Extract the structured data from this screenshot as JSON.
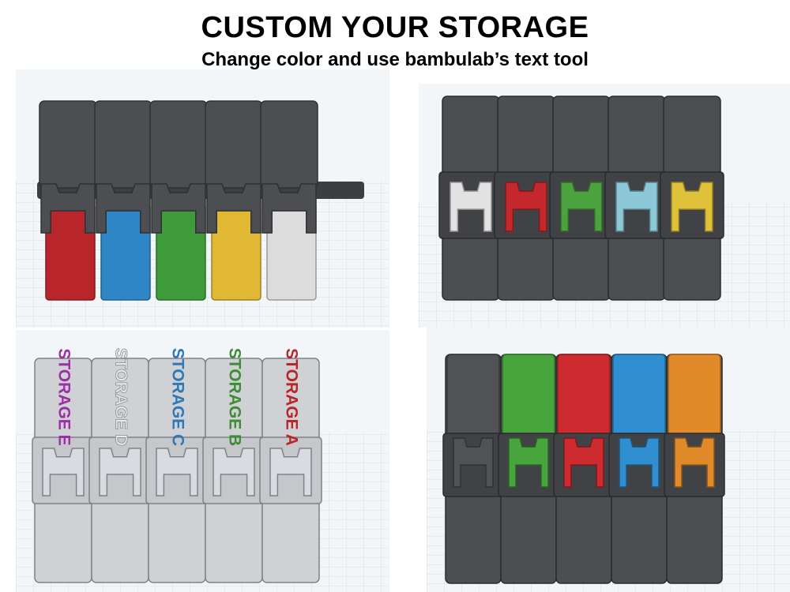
{
  "header": {
    "title": "CUSTOM YOUR STORAGE",
    "subtitle": "Change color and use bambulab’s text tool"
  },
  "panels": [
    {
      "name": "colored-fronts",
      "shell_color": "#4c4e52",
      "front_colors": [
        "#b8262b",
        "#2f86c6",
        "#3f9a3a",
        "#e0b833",
        "#dcdcdc"
      ]
    },
    {
      "name": "colored-inserts",
      "shell_color": "#4c4e52",
      "insert_colors": [
        "#e2e2e2",
        "#c4282d",
        "#4ca23f",
        "#8cc8d8",
        "#e0c23a"
      ]
    },
    {
      "name": "text-labels",
      "shell_color": "#cfd1d5",
      "labels": [
        {
          "text": "STORAGE E",
          "color": "#9b2fa5"
        },
        {
          "text": "STORAGE D",
          "color": "#e9e9e9"
        },
        {
          "text": "STORAGE C",
          "color": "#2f78b8"
        },
        {
          "text": "STORAGE B",
          "color": "#3f8c36"
        },
        {
          "text": "STORAGE A",
          "color": "#b8262b"
        }
      ]
    },
    {
      "name": "colored-lids",
      "shell_color": "#4c4e52",
      "lid_colors": [
        "#505256",
        "#48a53e",
        "#cd2b2f",
        "#2f8fd0",
        "#e08a2a"
      ]
    }
  ]
}
